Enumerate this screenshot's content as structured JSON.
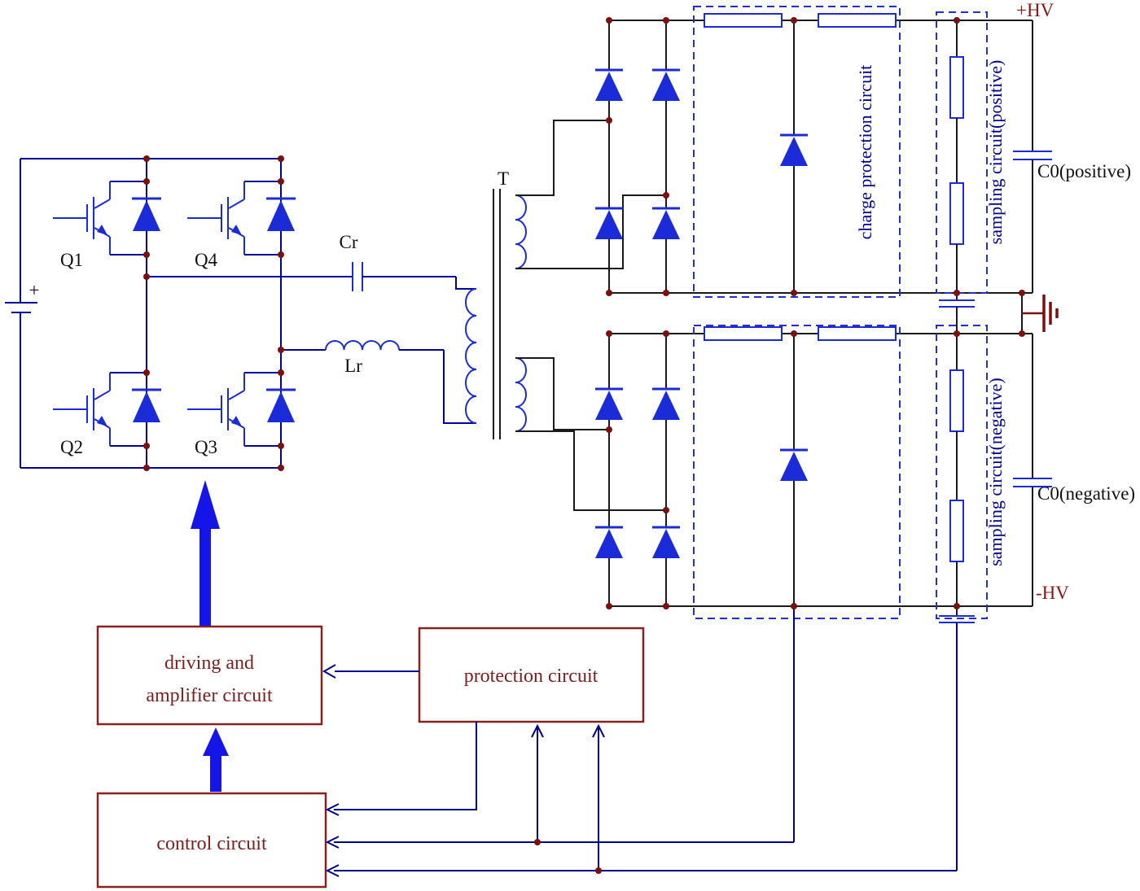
{
  "labels": {
    "plus": "+",
    "q1": "Q1",
    "q2": "Q2",
    "q3": "Q3",
    "q4": "Q4",
    "cr": "Cr",
    "lr": "Lr",
    "transformer": "T",
    "charge_protection": "charge protection circuit",
    "sampling_positive": "sampling circuit(positive)",
    "sampling_negative": "sampling circuit(negative)",
    "c0_positive": "C0(positive)",
    "c0_negative": "C0(negative)",
    "hv_positive": "+HV",
    "hv_negative": "-HV"
  },
  "blocks": {
    "driving_line1": "driving and",
    "driving_line2": "amplifier circuit",
    "protection": "protection circuit",
    "control": "control circuit"
  },
  "colors": {
    "component_blue": "#1c2bd8",
    "wire_blue": "#00009c",
    "wire_dark": "#1a1a1a",
    "signal_blue": "#00008b",
    "junction_red": "#7a1010",
    "block_red": "#8b2020",
    "hv_label_red": "#8b1515",
    "arrow_blue": "#1515e8"
  }
}
